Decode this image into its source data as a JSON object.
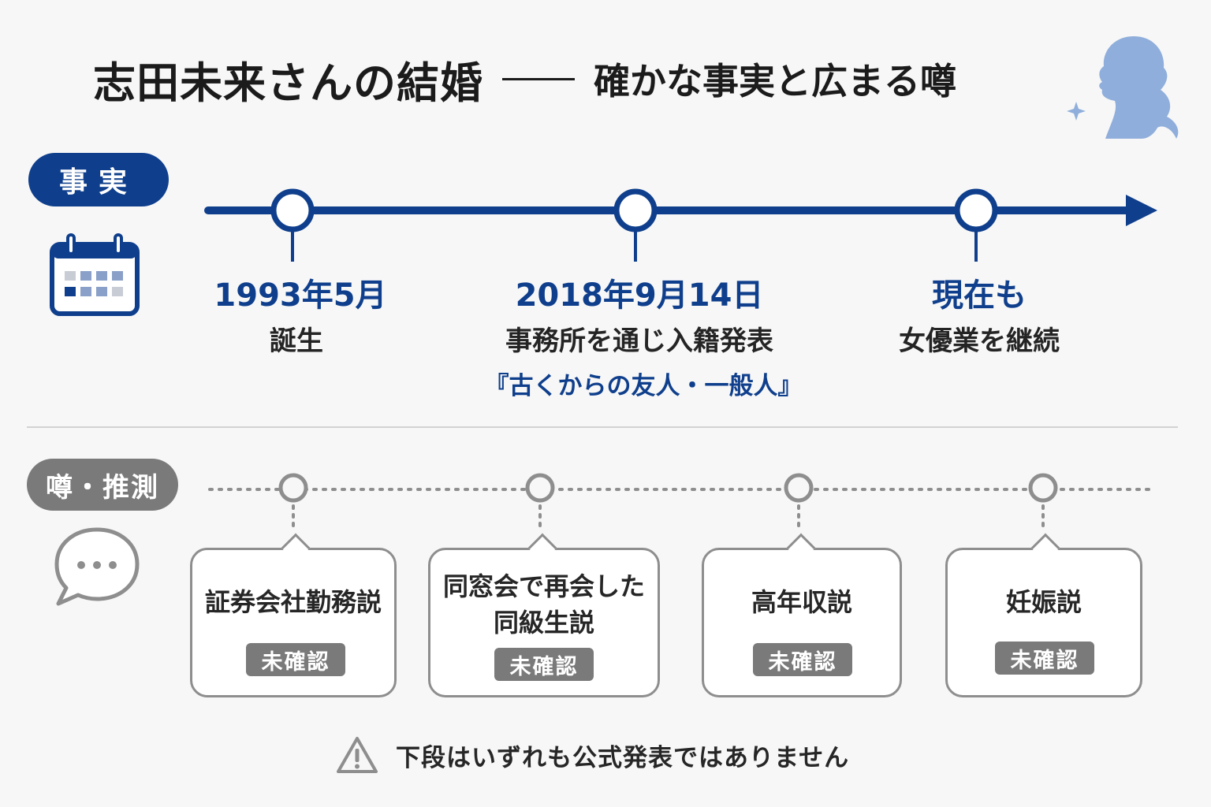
{
  "title": {
    "main": "志田未来さんの結婚",
    "sub": "確かな事実と広まる噂"
  },
  "sections": {
    "fact_label": "事実",
    "rumor_label": "噂・推測"
  },
  "facts": [
    {
      "date": "1993年5月",
      "desc": "誕生",
      "note": ""
    },
    {
      "date": "2018年9月14日",
      "desc": "事務所を通じ入籍発表",
      "note": "『古くからの友人・一般人』"
    },
    {
      "date": "現在も",
      "desc": "女優業を継続",
      "note": ""
    }
  ],
  "rumors": [
    {
      "text_line1": "証券会社勤務説",
      "text_line2": "",
      "status": "未確認"
    },
    {
      "text_line1": "同窓会で再会した",
      "text_line2": "同級生説",
      "status": "未確認"
    },
    {
      "text_line1": "高年収説",
      "text_line2": "",
      "status": "未確認"
    },
    {
      "text_line1": "妊娠説",
      "text_line2": "",
      "status": "未確認"
    }
  ],
  "footer": {
    "note": "下段はいずれも公式発表ではありません"
  },
  "colors": {
    "fact_blue": "#0f3f8c",
    "rumor_gray": "#7a7a7a",
    "woman_blue": "#8faedb"
  },
  "icons": {
    "calendar": "calendar-icon",
    "speech_bubble": "speech-bubble-icon",
    "warning": "warning-icon",
    "woman_silhouette": "woman-silhouette-icon"
  }
}
